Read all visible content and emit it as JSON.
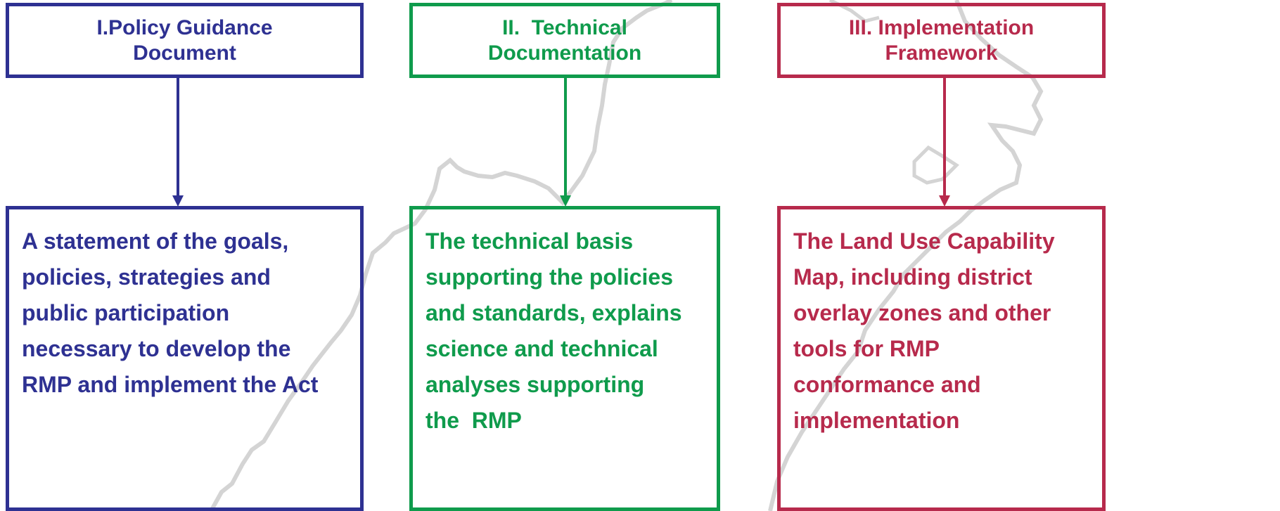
{
  "colors": {
    "blue": "#2e3192",
    "green": "#0f9b4c",
    "red": "#b72a4c",
    "map_outline": "#cfcfcf"
  },
  "columns": [
    {
      "title_lines": [
        "I.Policy Guidance",
        "Document"
      ],
      "body_lines": [
        "A statement of the goals,",
        "policies, strategies and",
        "public participation",
        "necessary to develop the",
        "RMP and implement the Act"
      ]
    },
    {
      "title_lines": [
        "II.  Technical",
        "Documentation"
      ],
      "body_lines": [
        "The technical basis",
        "supporting the policies",
        "and standards, explains",
        "science and technical",
        "analyses supporting",
        "the  RMP"
      ]
    },
    {
      "title_lines": [
        "III. Implementation",
        "Framework"
      ],
      "body_lines": [
        "The Land Use Capability",
        "Map, including district",
        "overlay zones and other",
        "tools for RMP",
        "conformance and",
        "implementation"
      ]
    }
  ]
}
